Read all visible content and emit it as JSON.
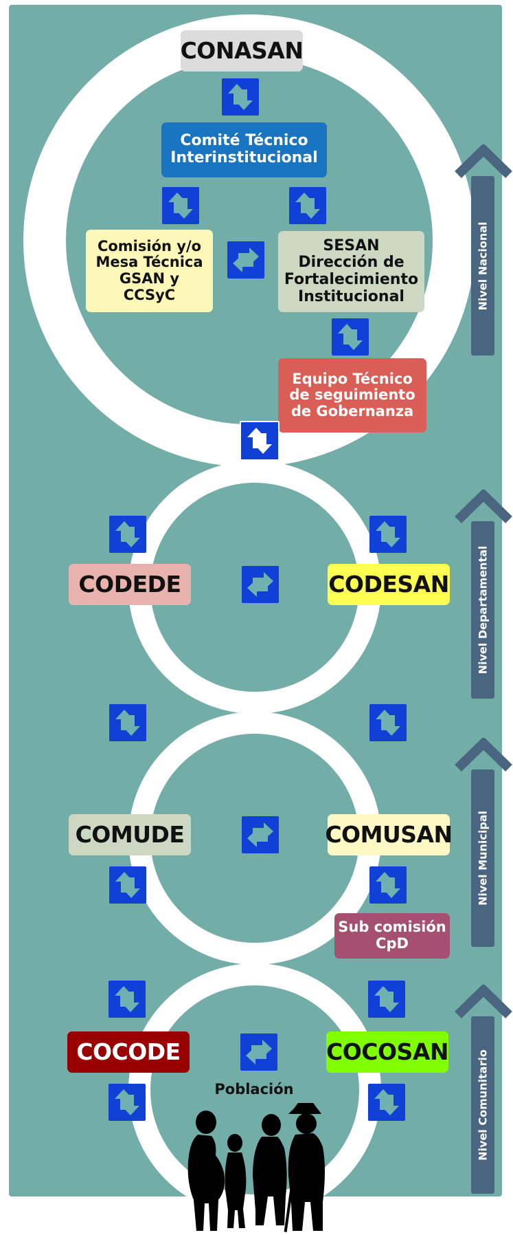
{
  "colors": {
    "background": "#72ada7",
    "ring": "#ffffff",
    "icon_box": "#1140d6",
    "icon_arrow": "#6fb0b0",
    "level_bar": "#4a6580"
  },
  "national": {
    "conasan": "CONASAN",
    "comite": "Comité Técnico Interinstitucional",
    "comision": "Comisión y/o Mesa Técnica GSAN y CCSyC",
    "sesan": "SESAN Dirección de Fortalecimiento Institucional",
    "equipo": "Equipo Técnico de seguimiento de Gobernanza"
  },
  "departmental": {
    "codede": "CODEDE",
    "codesan": "CODESAN"
  },
  "municipal": {
    "comude": "COMUDE",
    "comusan": "COMUSAN",
    "subcomision": "Sub comisión CpD"
  },
  "community": {
    "cocode": "COCODE",
    "cocosan": "COCOSAN",
    "poblacion": "Población"
  },
  "levels": {
    "nacional": "Nivel Nacional",
    "departamental": "Nivel Departamental",
    "municipal": "Nivel Municipal",
    "comunitario": "Nivel Comunitario"
  },
  "icons": {
    "vertical": "vertical-exchange-arrows-icon",
    "horizontal": "horizontal-exchange-arrows-icon",
    "people": "people-silhouette-icon",
    "level_marker": "chevron-up-icon"
  }
}
